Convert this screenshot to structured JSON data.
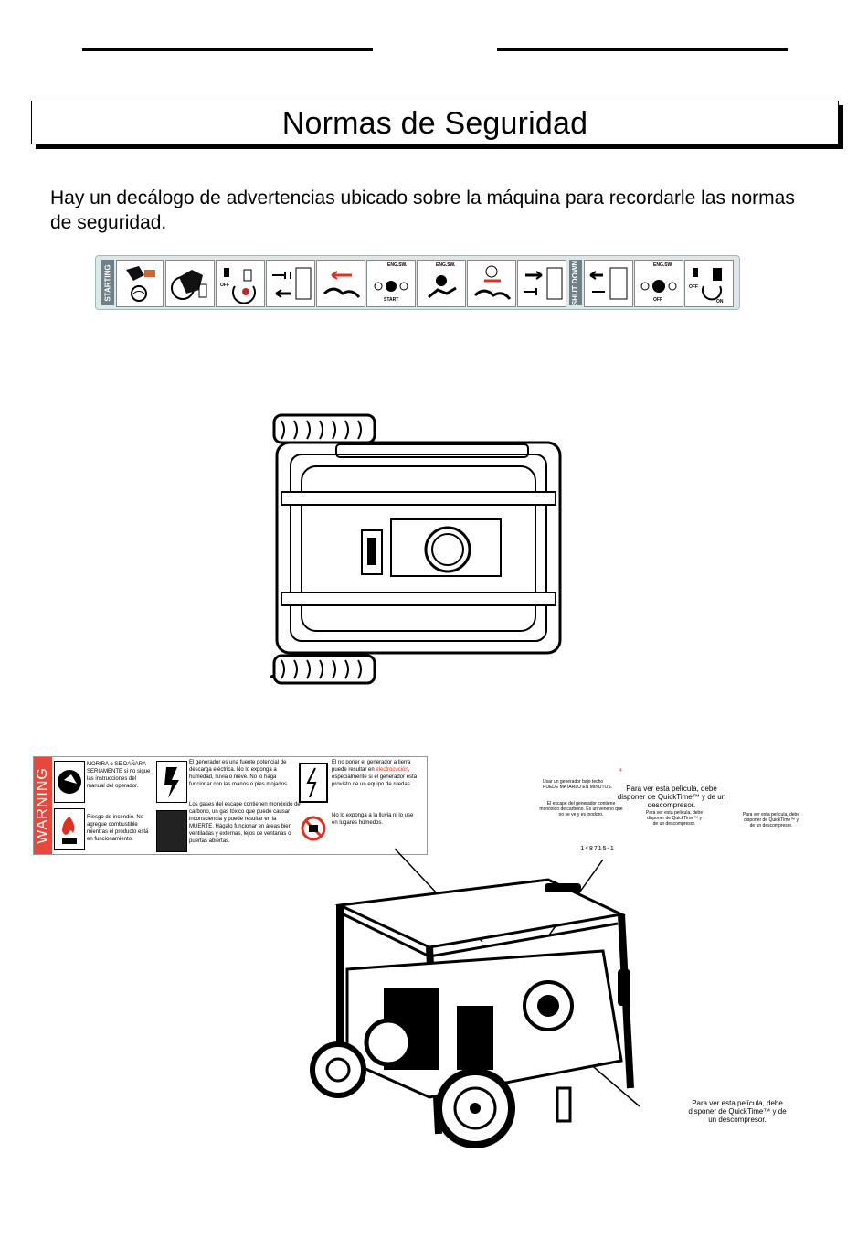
{
  "header": {
    "title": "Normas de Seguridad"
  },
  "intro": {
    "text": "Hay un decálogo de advertencias ubicado sobre la máquina para recordarle las normas de seguridad."
  },
  "decal_strip": {
    "starting_label": "STARTING",
    "shutdown_label": "SHUT DOWN",
    "off_label": "OFF",
    "on_label": "ON",
    "eng_sw_label": "ENG.SW.",
    "start_label": "START"
  },
  "warning_label": {
    "title": "WARNING",
    "col1_top": "MORIRA o SE DAÑARA SERIAMENTE si no sigue las instrucciones del manual del operador.",
    "col1_bottom": "Riesgo de incendio. No agregue combustible mientras el producto está en funcionamiento.",
    "col2_top": "El generador es una fuente potencial de descarga eléctrica. No lo exponga a humedad, lluvia o nieve. No lo haga funcionar con las manos o pies mojados.",
    "col2_bottom": "Los gases del escape contienen monóxido de carbono, un gas tóxico que puede causar inconsciencia y puede resultar en la MUERTE. Hágalo funcionar en áreas bien ventiladas y externas, lejos de ventanas o puertas abiertas.",
    "col3_top_a": "El no poner el generador a tierra puede resultar en",
    "col3_top_red": "electrocución",
    "col3_top_b": ", especialmente si el generador está provisto de un equipo de ruedas.",
    "col3_bottom": "No lo exponga a la lluvia ni lo use en lugares húmedos."
  },
  "right_label": {
    "line1": "Usar un generador bajo techo PUEDE MATARLO EN MINUTOS.",
    "line2": "El escape del generador contiene monóxido de carbono. Es un veneno que no se ve y es inodoro.",
    "quicktime_main": "Para ver esta película, debe disponer de QuickTime™ y de un descompresor.",
    "quicktime_small_1": "Para ver esta película, debe disponer de QuickTime™ y de un descompresor.",
    "quicktime_small_2": "Para ver esta película, debe disponer de QuickTime™ y de un descompresor.",
    "marker": "4",
    "part_number": "148715-1"
  },
  "bottom_label": {
    "quicktime": "Para ver esta película, debe disponer de QuickTime™ y de un descompresor."
  }
}
